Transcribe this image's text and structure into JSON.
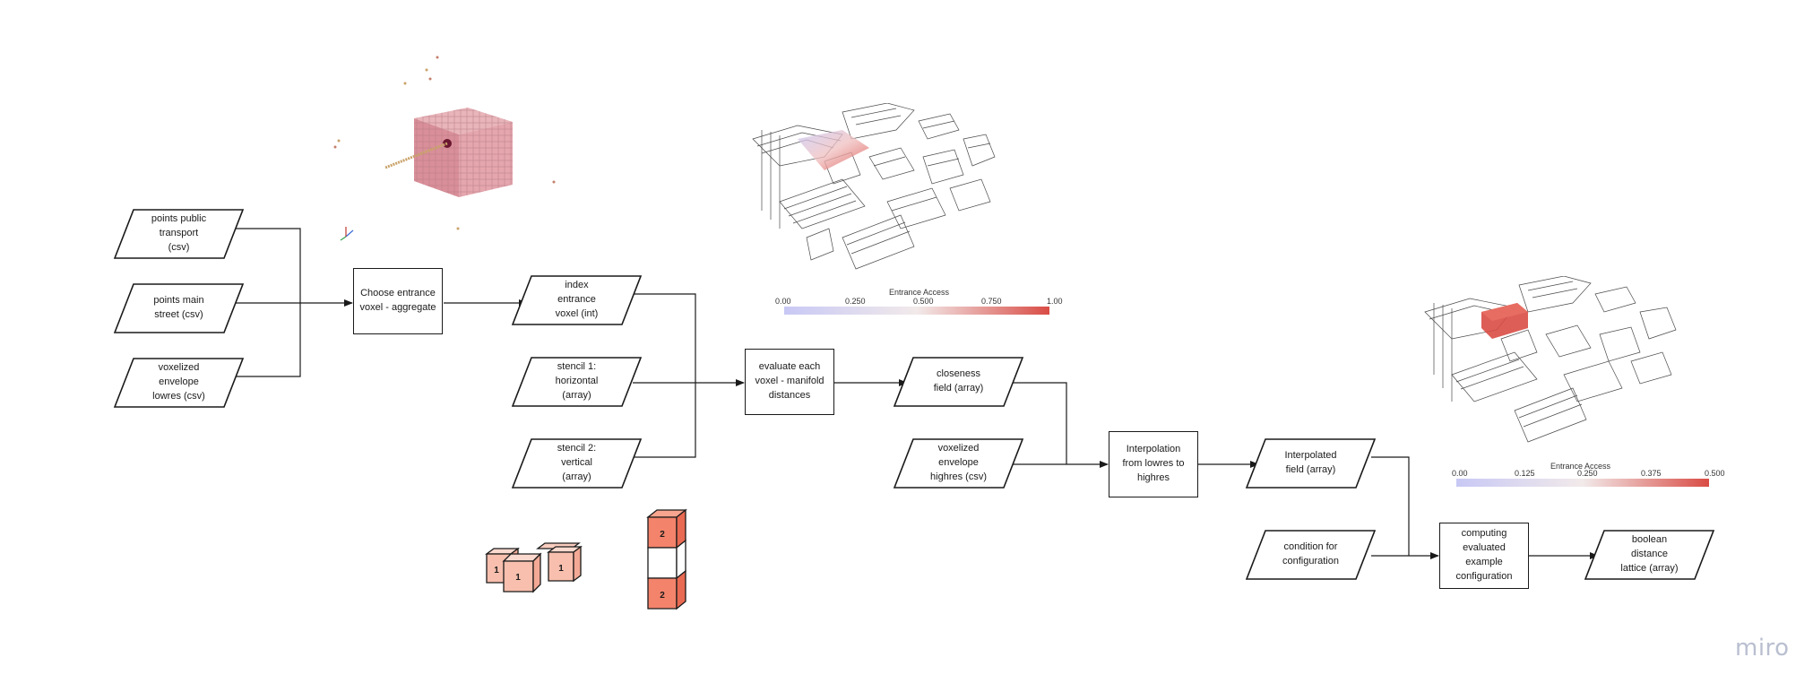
{
  "flowchart": {
    "inputs": {
      "points_public_transport": "points public\ntransport\n(csv)",
      "points_main_street": "points main\nstreet (csv)",
      "voxelized_envelope_lowres": "voxelized\nenvelope\nlowres (csv)"
    },
    "process_choose_entrance": "Choose entrance\nvoxel - aggregate",
    "index_entrance_voxel": "index\nentrance\nvoxel (int)",
    "stencil_1": "stencil 1:\nhorizontal\n(array)",
    "stencil_2": "stencil 2:\nvertical\n(array)",
    "process_evaluate": "evaluate each\nvoxel - manifold\ndistances",
    "closeness_field": "closeness\nfield (array)",
    "voxelized_envelope_highres": "voxelized\nenvelope\nhighres (csv)",
    "process_interpolation": "Interpolation\nfrom lowres to\nhighres",
    "interpolated_field": "Interpolated\nfield (array)",
    "condition_for_configuration": "condition for\nconfiguration",
    "process_computing": "computing\nevaluated\nexample\nconfiguration",
    "boolean_distance_lattice": "boolean\ndistance\nlattice (array)"
  },
  "stencil_illustrations": {
    "horizontal_labels": [
      "1",
      "1",
      "1"
    ],
    "vertical_labels": [
      "2",
      "2"
    ],
    "color": "#f4a58e"
  },
  "colorbar_1": {
    "title": "Entrance Access",
    "ticks": [
      "0.00",
      "0.250",
      "0.500",
      "0.750",
      "1.00"
    ],
    "color_low": "#c8c8f5",
    "color_high": "#d94c45"
  },
  "colorbar_2": {
    "title": "Entrance Access",
    "ticks": [
      "0.00",
      "0.125",
      "0.250",
      "0.375",
      "0.500"
    ],
    "color_low": "#c8c8f5",
    "color_high": "#d94c45"
  },
  "watermark": "miro"
}
